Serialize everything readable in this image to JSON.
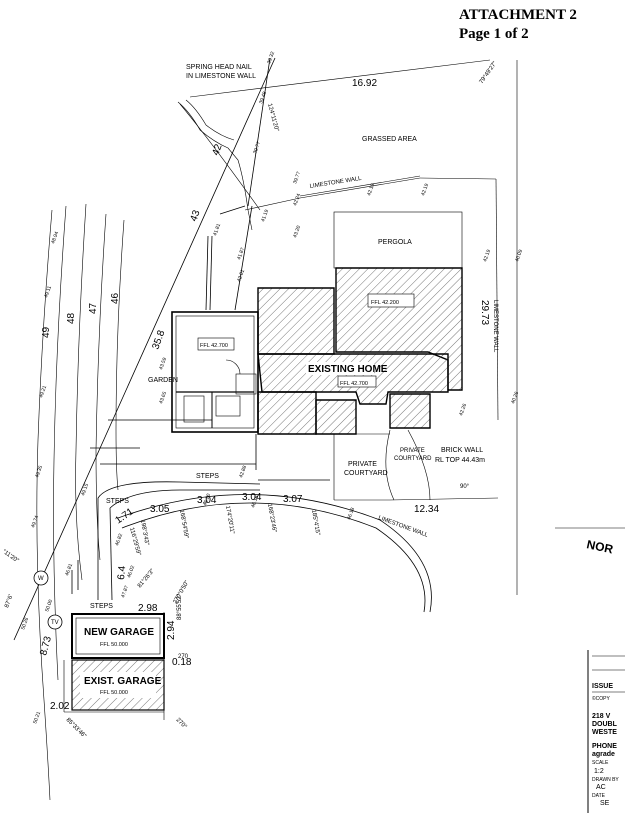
{
  "header": {
    "attachment": "ATTACHMENT 2",
    "page": "Page 1 of 2"
  },
  "labels": {
    "nail_1": "SPRING HEAD NAIL",
    "nail_2": "IN LIMESTONE WALL",
    "grassed": "GRASSED AREA",
    "limestone_wall_1": "LIMESTONE WALL",
    "limestone_wall_2": "LIMESTONE WALL",
    "limestone_wall_3": "LIMESTONE WALL",
    "pergola": "PERGOLA",
    "existing_home": "EXISTING HOME",
    "garden": "GARDEN",
    "steps_1": "STEPS",
    "steps_2": "STEPS",
    "steps_3": "STEPS",
    "private_courtyard_1": "PRIVATE",
    "private_courtyard_2": "COURTYARD",
    "private_courtyard_3": "PRIVATE",
    "private_courtyard_4": "COURTYARD",
    "brick_wall": "BRICK WALL",
    "rl_top": "RL TOP 44.43m",
    "new_garage": "NEW GARAGE",
    "exist_garage": "EXIST. GARAGE",
    "north": "NOR",
    "w_symbol": "W",
    "tv_symbol": "TV"
  },
  "ffl": {
    "main": "FFL 42.200",
    "west": "FFL 42.700",
    "home": "FFL 42.700",
    "new_garage": "FFL 50.000",
    "exist_garage": "FFL 50.000"
  },
  "dimensions": {
    "top": "16.92",
    "east": "29.73",
    "south": "12.34",
    "west_35_8": "35.8",
    "west_43": "43",
    "west_42": "42",
    "c49": "49",
    "c48": "48",
    "c47": "47",
    "c46": "46",
    "d305": "3.05",
    "d304a": "3.04",
    "d304b": "3.04",
    "d307": "3.07",
    "d171": "1.71",
    "d64": "6.4",
    "d298": "2.98",
    "d294": "2.94",
    "d018": "0.18",
    "d873": "8.73",
    "d202": "2.02",
    "d270": "270"
  },
  "bearings": {
    "b1": "79°49'27\"",
    "b2": "124°11'20\"",
    "b3": "168°54'59\"",
    "b4": "174°20'11\"",
    "b5": "168°23'46\"",
    "b6": "185°4'15\"",
    "b7": "198°3'43\"",
    "b8": "116°29'59\"",
    "b9": "81°26'3\"",
    "b10": "270°0'50\"",
    "b11": "88°55'52\"",
    "b12": "90°",
    "b13": "85°33'46\"",
    "b14": "270°",
    "b15": "87°6'",
    "b16": "°11'20\""
  },
  "levels": {
    "l1": "39.32",
    "l2": "39.48",
    "l3": "39.77",
    "l4": "39.77",
    "l5": "41.19",
    "l6": "42.18",
    "l7": "42.19",
    "l8": "42.24",
    "l9": "43.20",
    "l10": "41.81",
    "l11": "41.87",
    "l12": "42.01",
    "l13": "42.19",
    "l14": "40.09",
    "l15": "42.26",
    "l16": "40.26",
    "l17": "43.59",
    "l18": "43.65",
    "l19": "42.88",
    "l20": "46.20",
    "l21": "46.15",
    "l22": "46.02",
    "l23": "47.87",
    "l24": "46.82",
    "l25": "46.81",
    "l26": "49.74",
    "l27": "49.15",
    "l28": "49.11",
    "l29": "48.94",
    "l30": "50.00",
    "l31": "50.26",
    "l32": "50.21",
    "l33": "49.21",
    "l34": "49.35",
    "l35": "46.18"
  },
  "title_block": {
    "issue": "ISSUE",
    "copy": "©COPY",
    "addr1": "218 V",
    "addr2": "DOUBL",
    "addr3": "WESTE",
    "phone": "PHONE",
    "email": "agrade",
    "scale": "SCALE",
    "scale_val": "1:2",
    "drawn": "DRAWN BY",
    "drawn_val": "AC",
    "date": "DATE",
    "date_val": "SE"
  }
}
